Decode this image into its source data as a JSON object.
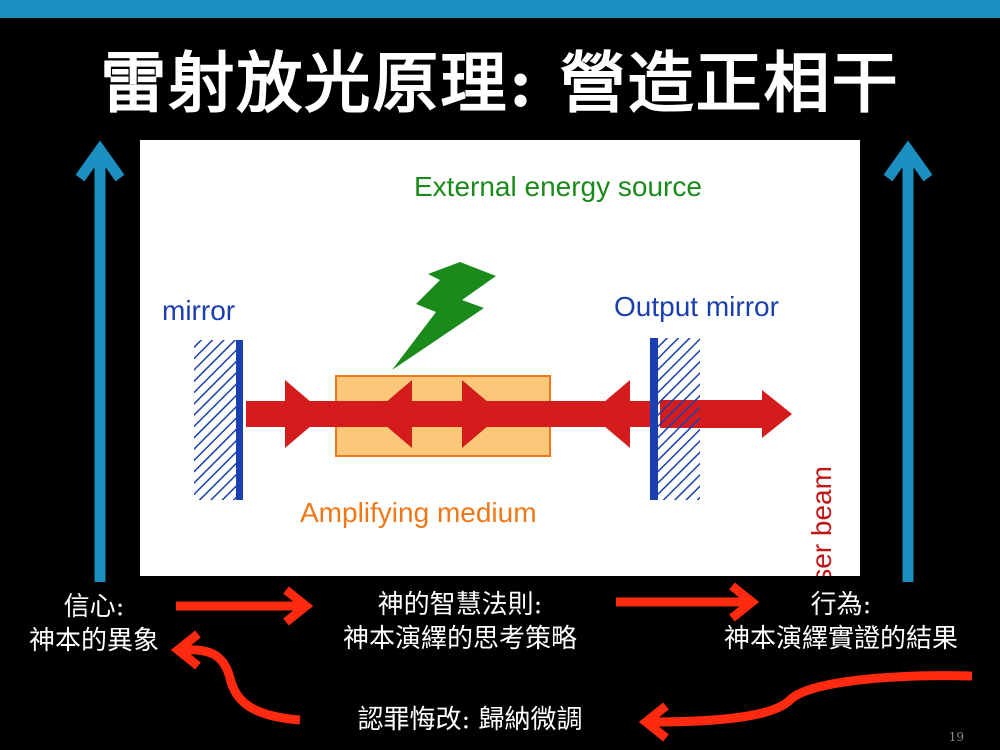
{
  "title": "雷射放光原理: 營造正相干",
  "diagram": {
    "energy_label": "External energy source",
    "mirror_label": "mirror",
    "output_mirror_label": "Output mirror",
    "medium_label": "Amplifying medium",
    "beam_label": "Laser beam"
  },
  "labels": {
    "faith_line1": "信心:",
    "faith_line2": "神本的異象",
    "wisdom_line1": "神的智慧法則:",
    "wisdom_line2": "神本演繹的思考策略",
    "action_line1": "行為:",
    "action_line2": "神本演繹實證的結果",
    "repent": "認罪悔改: 歸納微調"
  },
  "page_number": "19",
  "colors": {
    "top_bar": "#1a8fc0",
    "blue_arrow": "#1a8fc0",
    "red_arrow": "#ff2a10",
    "energy_text": "#1a8a1a",
    "mirror_text": "#1a3fb0",
    "medium_text": "#f07818",
    "beam_text": "#c01818"
  }
}
